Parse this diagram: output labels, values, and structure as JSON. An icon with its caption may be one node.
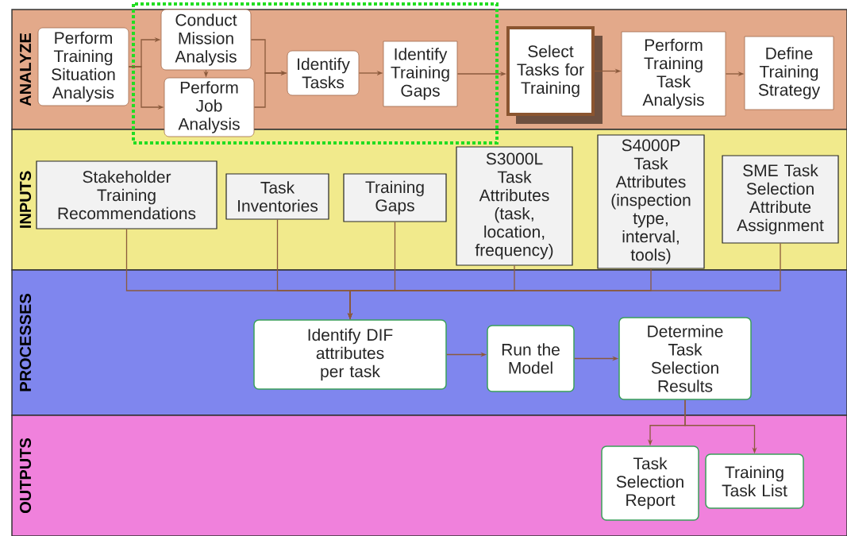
{
  "diagram": {
    "nodes": [
      {
        "text": [
          "ANALYZE"
        ]
      },
      {
        "text": [
          "INPUTS"
        ]
      },
      {
        "text": [
          "PROCESSES"
        ]
      },
      {
        "text": [
          "OUTPUTS"
        ]
      },
      {
        "text": [
          "Perform Training Situation Analysis"
        ],
        "in": 0
      },
      {
        "text": [
          "Conduct Mission Analysis"
        ],
        "in": 0
      },
      {
        "text": [
          "Perform Job Analysis"
        ]
      },
      {
        "text": [
          "Identify Tasks"
        ],
        "in": 0
      },
      {
        "text": [
          "Identify Training Gaps"
        ],
        "in": 0
      },
      {
        "text": [
          "Select Tasks for Training"
        ],
        "in": 0
      },
      {
        "text": [
          "Perform Training Task Analysis"
        ],
        "in": 0
      },
      {
        "text": [
          "Define Training Strategy"
        ],
        "in": 0
      },
      {
        "text": [
          "Stakeholder Training Recommendations"
        ],
        "in": 1
      },
      {
        "text": [
          "Task Inventories"
        ],
        "in": 1
      },
      {
        "text": [
          "Training Gaps"
        ],
        "in": 1
      },
      {
        "text": [
          "S3000L Task Attributes (task, location, frequency)"
        ],
        "in": 1
      },
      {
        "text": [
          "S4000P Task Attributes (inspection type, interval, tools)"
        ],
        "in": 1
      },
      {
        "text": [
          "SME Task Selection Attribute Assignment"
        ],
        "in": 1
      },
      {
        "text": [
          "Identify DIF attributes per task"
        ],
        "in": 2
      },
      {
        "text": [
          "Run the Model"
        ],
        "in": 2
      },
      {
        "text": [
          "Determine Task Selection Results"
        ],
        "in": 2
      },
      {
        "text": [
          "Task Selection Report"
        ],
        "in": 3
      },
      {
        "text": [
          "Training Task List"
        ],
        "in": 3
      }
    ],
    "edges": [
      {
        "from": 4,
        "to": 5,
        "arrow": "to"
      },
      {
        "from": 4,
        "to": 6,
        "arrow": "to"
      },
      {
        "from": 5,
        "to": 6,
        "arrow": "to"
      },
      {
        "from": 5,
        "to": 7,
        "arrow": "to"
      },
      {
        "from": 6,
        "to": 7,
        "arrow": "to"
      },
      {
        "from": 7,
        "to": 8,
        "arrow": "to"
      },
      {
        "from": 8,
        "to": 9,
        "arrow": "to"
      },
      {
        "from": 9,
        "to": 10,
        "arrow": "to"
      },
      {
        "from": 10,
        "to": 11,
        "arrow": "to"
      },
      {
        "from": 12,
        "to": 18,
        "arrow": "to"
      },
      {
        "from": 13,
        "to": 18,
        "arrow": "to"
      },
      {
        "from": 14,
        "to": 18,
        "arrow": "to"
      },
      {
        "from": 15,
        "to": 18,
        "arrow": "to"
      },
      {
        "from": 16,
        "to": 18,
        "arrow": "to"
      },
      {
        "from": 17,
        "to": 18,
        "arrow": "to"
      },
      {
        "from": 18,
        "to": 19,
        "arrow": "to"
      },
      {
        "from": 19,
        "to": 20,
        "arrow": "to"
      },
      {
        "from": 20,
        "to": 21,
        "arrow": "to"
      },
      {
        "from": 20,
        "to": 22,
        "arrow": "to"
      }
    ]
  }
}
